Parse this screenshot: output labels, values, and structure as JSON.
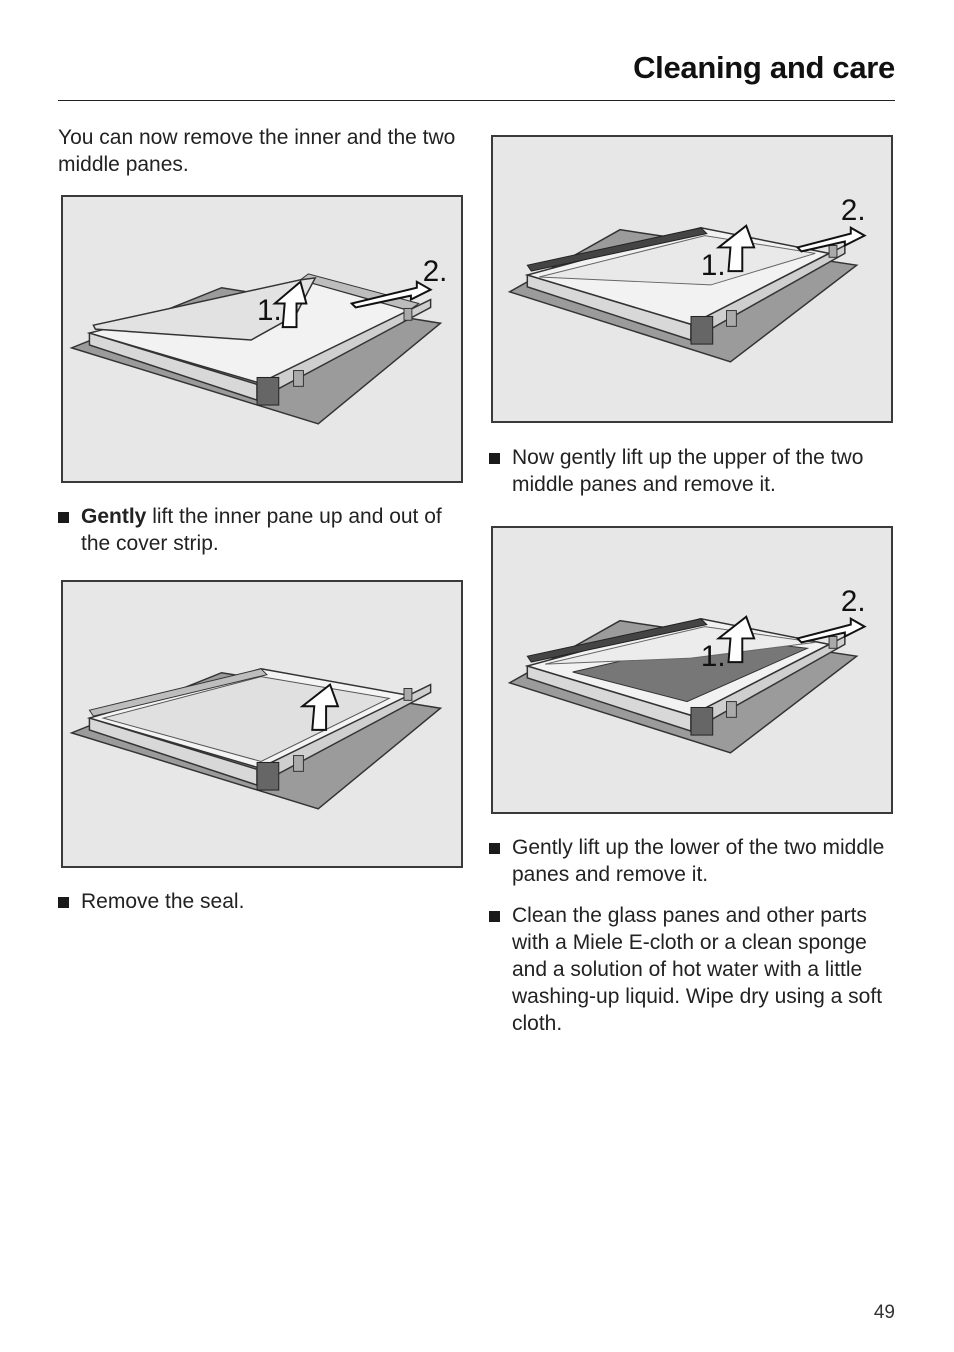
{
  "header": {
    "title": "Cleaning and care"
  },
  "intro": "You can now remove the inner and the two middle panes.",
  "figures": [
    {
      "step1_label": "1.",
      "step2_label": "2."
    },
    {},
    {
      "step1_label": "1.",
      "step2_label": "2."
    },
    {
      "step1_label": "1.",
      "step2_label": "2."
    }
  ],
  "steps": {
    "gently_bold": "Gently",
    "gently_rest": " lift the inner pane up and out of the cover strip.",
    "remove_seal": "Remove the seal.",
    "upper_pane": "Now gently lift up the upper of the two middle panes and remove it.",
    "lower_pane": "Gently lift up the lower of the two middle panes and remove it.",
    "clean": "Clean the glass panes and other parts with a Miele E-cloth or a clean sponge and a solution of hot water with a little washing-up liquid.  Wipe dry using a soft cloth."
  },
  "footer": {
    "page_number": "49"
  }
}
